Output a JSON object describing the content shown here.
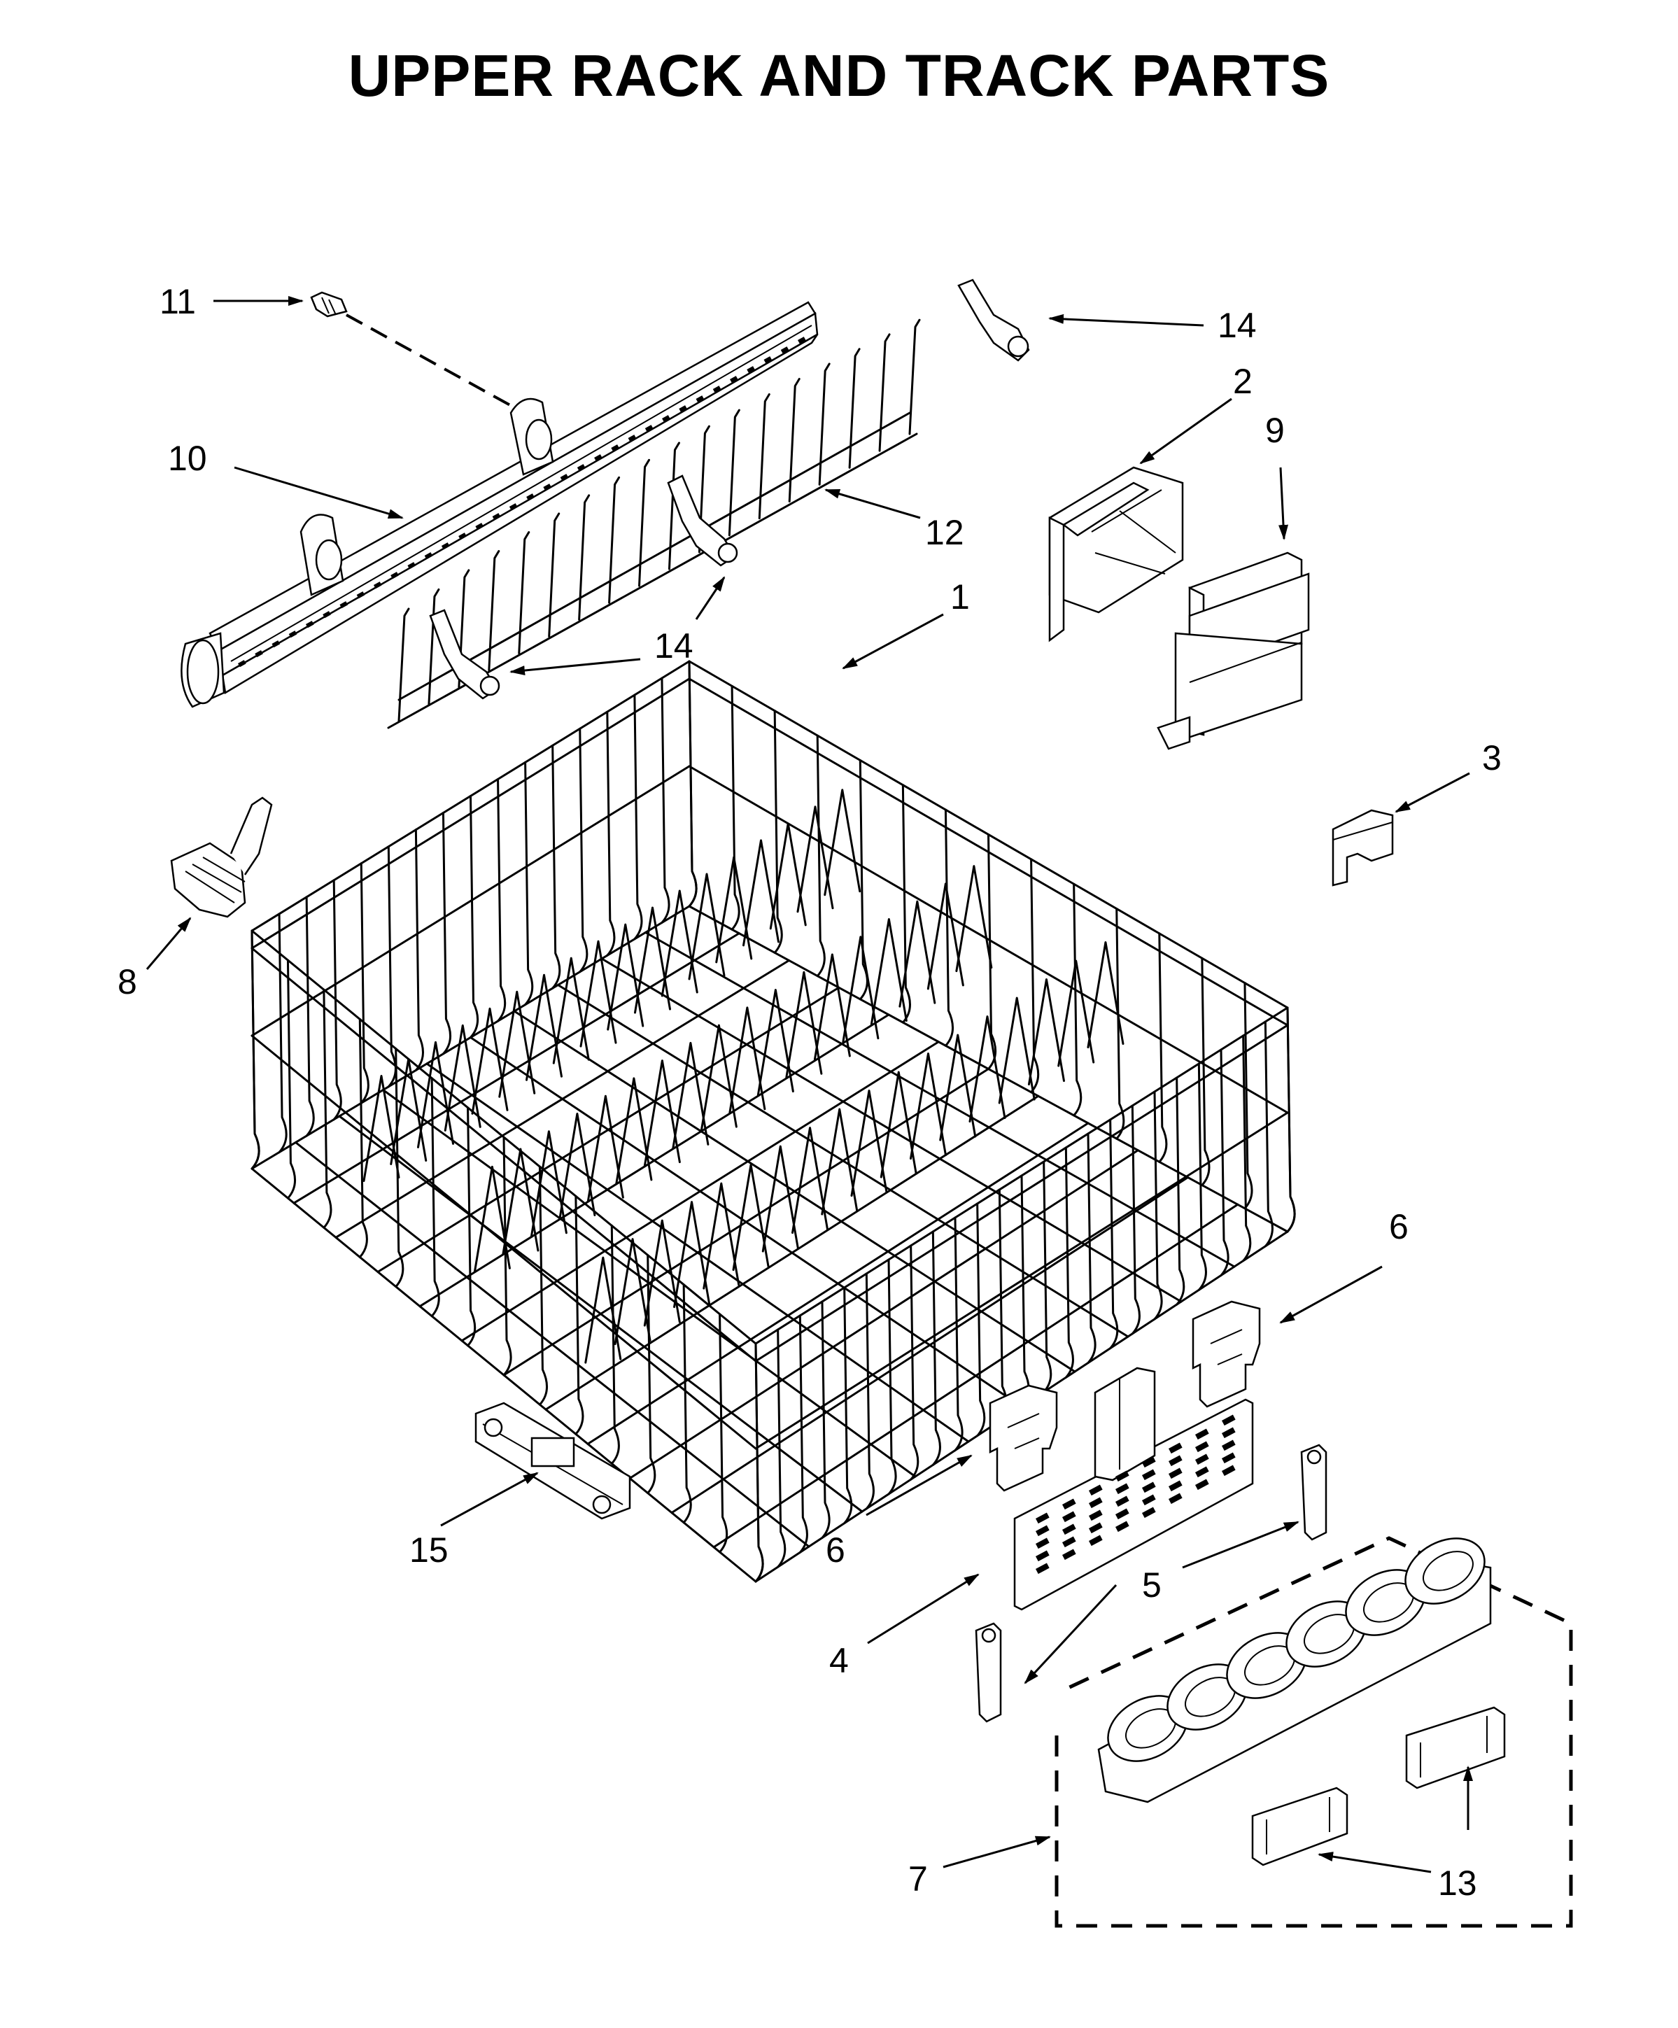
{
  "title": "UPPER RACK AND TRACK PARTS",
  "callouts": [
    {
      "id": "c1",
      "text": "1"
    },
    {
      "id": "c2",
      "text": "2"
    },
    {
      "id": "c3",
      "text": "3"
    },
    {
      "id": "c4",
      "text": "4"
    },
    {
      "id": "c5",
      "text": "5"
    },
    {
      "id": "c6a",
      "text": "6"
    },
    {
      "id": "c6b",
      "text": "6"
    },
    {
      "id": "c7",
      "text": "7"
    },
    {
      "id": "c8",
      "text": "8"
    },
    {
      "id": "c9",
      "text": "9"
    },
    {
      "id": "c10",
      "text": "10"
    },
    {
      "id": "c11",
      "text": "11"
    },
    {
      "id": "c12",
      "text": "12"
    },
    {
      "id": "c13",
      "text": "13"
    },
    {
      "id": "c14a",
      "text": "14"
    },
    {
      "id": "c14b",
      "text": "14"
    },
    {
      "id": "c15",
      "text": "15"
    }
  ]
}
